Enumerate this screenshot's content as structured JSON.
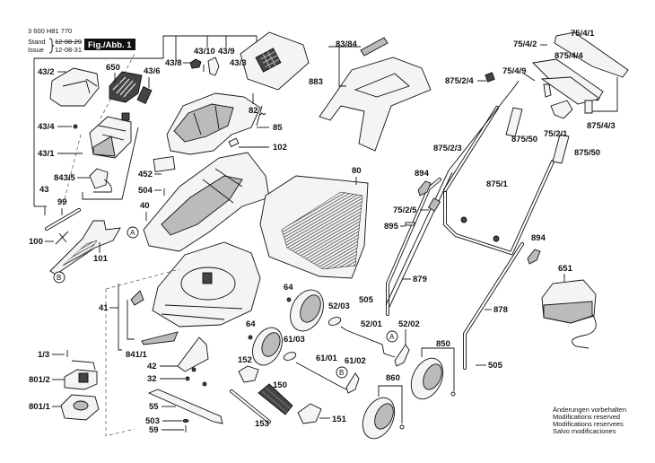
{
  "header": {
    "doc_number": "3 600 H81 770",
    "stand_label": "Stand",
    "issue_label": "Issue",
    "stand_date": "12-08-29",
    "issue_date": "12-08-31",
    "figure_label": "Fig./Abb. 1"
  },
  "labels": {
    "p43_2": "43/2",
    "p650": "650",
    "p43_6": "43/6",
    "p43_8": "43/8",
    "p43_10": "43/10",
    "p43_9": "43/9",
    "p43_3": "43/3",
    "p43_4": "43/4",
    "p43_1": "43/1",
    "p843_5": "843/5",
    "p43": "43",
    "p82": "82",
    "p85": "85",
    "p102": "102",
    "p83_84": "83/84",
    "p883": "883",
    "p452": "452",
    "p504": "504",
    "p40": "40",
    "p80": "80",
    "p99": "99",
    "p100": "100",
    "p101": "101",
    "p41": "41",
    "p841_1": "841/1",
    "p42": "42",
    "p32": "32",
    "p55": "55",
    "p503": "503",
    "p59": "59",
    "p1_3": "1/3",
    "p801_2": "801/2",
    "p801_1": "801/1",
    "p64a": "64",
    "p64b": "64",
    "p52_03": "52/03",
    "p52_01": "52/01",
    "p52_02": "52/02",
    "p61_03": "61/03",
    "p61_01": "61/01",
    "p61_02": "61/02",
    "p152": "152",
    "p150": "150",
    "p151": "151",
    "p153": "153",
    "p860": "860",
    "p850": "850",
    "p505a": "505",
    "p505b": "505",
    "p879": "879",
    "p878": "878",
    "p895": "895",
    "p894a": "894",
    "p894b": "894",
    "p75_2_5": "75/2/5",
    "p875_1": "875/1",
    "p875_2_3": "875/2/3",
    "p875_2_4": "875/2/4",
    "p875_50a": "875/50",
    "p875_50b": "875/50",
    "p75_4_1": "75/4/1",
    "p75_4_2": "75/4/2",
    "p875_4_4": "875/4/4",
    "p75_4_9": "75/4/9",
    "p75_2_1": "75/2/1",
    "p875_4_3": "875/4/3",
    "p651": "651"
  },
  "callouts": {
    "a": "A",
    "b": "B"
  },
  "notes": [
    "Änderungen vorbehalten",
    "Modifications reserved",
    "Modifications reservees",
    "Salvo modificaciones"
  ]
}
